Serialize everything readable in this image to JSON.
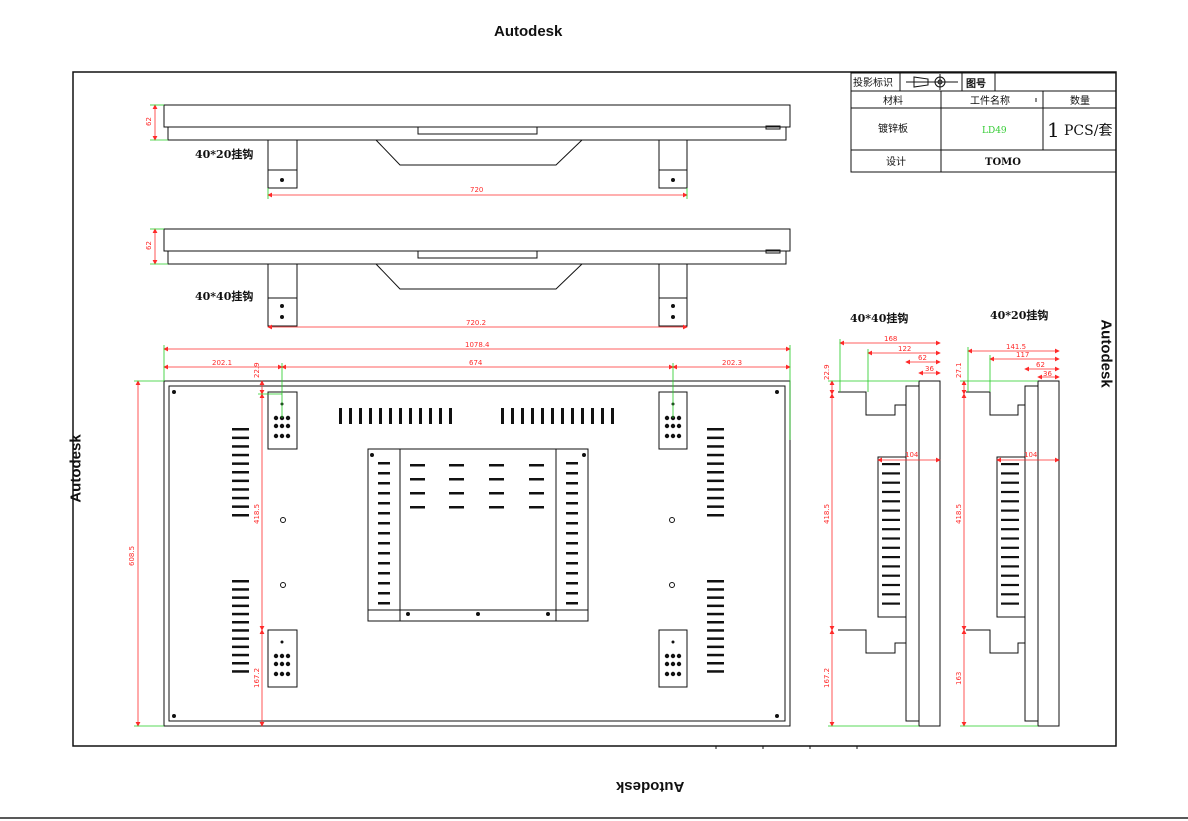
{
  "watermarks": {
    "top": "Autodesk",
    "left": "Autodesk",
    "right": "Autodesk",
    "bottom": "Autodesk"
  },
  "title_block": {
    "projection_label": "投影标识",
    "drawing_no_label": "图号",
    "material_label": "材料",
    "part_name_label": "工件名称",
    "quantity_label": "数量",
    "material_value": "镀锌板",
    "part_name_value": "LD49",
    "quantity_value_num": "1",
    "quantity_value_unit": "PCS/套",
    "design_label": "设计",
    "design_value": "TOMO"
  },
  "views": {
    "top_view_1_label": "40*20挂钩",
    "top_view_2_label": "40*40挂钩",
    "side_view_1_label": "40*40挂钩",
    "side_view_2_label": "40*20挂钩"
  },
  "dimensions": {
    "top1_height": "62",
    "top1_span": "720",
    "top2_height": "62",
    "top2_span": "720.2",
    "front_total_width": "1078.4",
    "front_left": "202.1",
    "front_mid": "674",
    "front_right": "202.3",
    "front_top_offset": "22.9",
    "front_total_height": "608.5",
    "front_mid_height": "418.5",
    "front_bottom": "167.2",
    "side1_w1": "168",
    "side1_w2": "122",
    "side1_w3": "62",
    "side1_w4": "36",
    "side1_top": "22.9",
    "side1_mid": "418.5",
    "side1_bottom": "167.2",
    "side1_depth": "104",
    "side2_w1": "141.5",
    "side2_w2": "117",
    "side2_w3": "62",
    "side2_w4": "36",
    "side2_top": "27.1",
    "side2_mid": "418.5",
    "side2_bottom": "163",
    "side2_depth": "104"
  },
  "colors": {
    "dimension": "#ff2a2a",
    "extension": "#22cc22",
    "line": "#111111",
    "part_name_text": "#33cc33"
  }
}
